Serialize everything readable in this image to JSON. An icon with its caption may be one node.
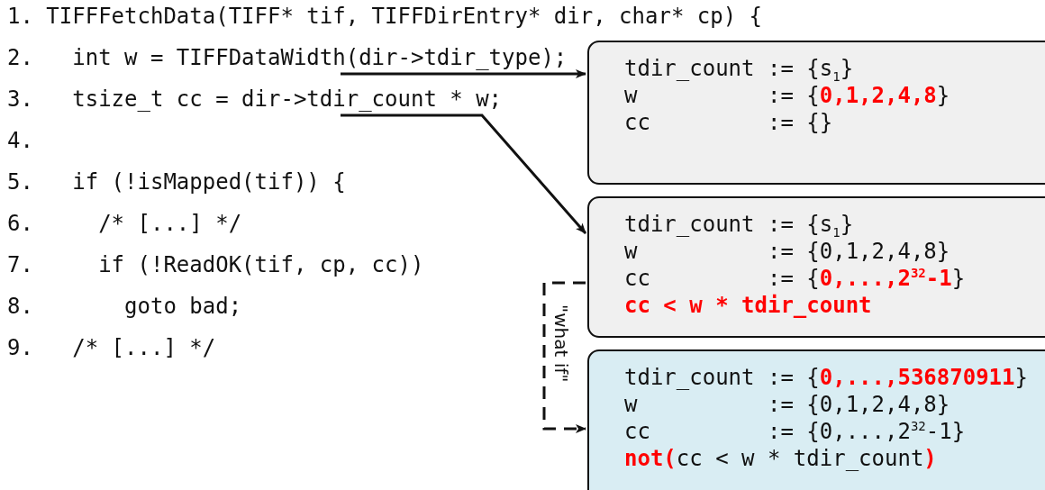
{
  "diagram": {
    "nodes": [
      {
        "text": [
          "1. TIFFFetchData(TIFF* tif, TIFFDirEntry* dir, char* cp) {"
        ]
      },
      {
        "text": [
          "2.   int w = TIFFDataWidth(dir->tdir_type);"
        ]
      },
      {
        "text": [
          "3.   tsize_t cc = dir->tdir_count * w;"
        ]
      },
      {
        "text": [
          "4."
        ]
      },
      {
        "text": [
          "5.   if (!isMapped(tif)) {"
        ]
      },
      {
        "text": [
          "6.     /* [...] */"
        ]
      },
      {
        "text": [
          "7.     if (!ReadOK(tif, cp, cc))"
        ]
      },
      {
        "text": [
          "8.       goto bad;"
        ]
      },
      {
        "text": [
          "9.   /* [...] */"
        ]
      },
      {
        "text": [
          "tdir_count := {s$_{1}$}",
          "w          := {**0,1,2,4,8**}",
          "cc         := {}"
        ]
      },
      {
        "text": [
          "tdir_count := {s$_{1}$}",
          "w          := {0,1,2,4,8}",
          "cc         := {**0,...,2$^{32}$-1**}",
          "cc < w * tdir_count"
        ]
      },
      {
        "text": [
          "tdir_count := {**0,...,536870911**}",
          "w          := {0,1,2,4,8}",
          "cc         := {0,...,2$^{32}$-1}",
          "**not(**cc < w * tdir_count**)**"
        ]
      }
    ],
    "edges": [
      {
        "from": 1,
        "to": 9,
        "arrow": "to"
      },
      {
        "from": 2,
        "to": 10,
        "arrow": "to"
      },
      {
        "from": 10,
        "to": 11,
        "arrow": "to",
        "label": "\"what if\"",
        "style": "dashed"
      }
    ]
  }
}
